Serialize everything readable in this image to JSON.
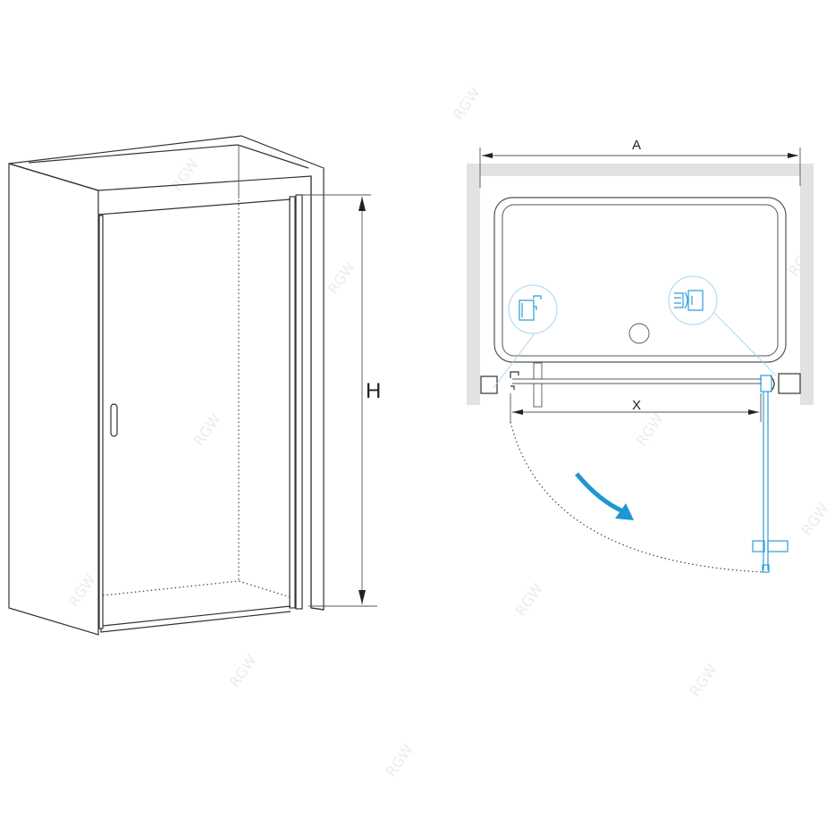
{
  "left_view": {
    "height_label": "H"
  },
  "plan_view": {
    "width_label": "A",
    "opening_label": "X"
  },
  "watermark": "RGW",
  "colors": {
    "accent": "#2a9fd6",
    "wall": "#e2e2e2",
    "line": "#333333"
  }
}
